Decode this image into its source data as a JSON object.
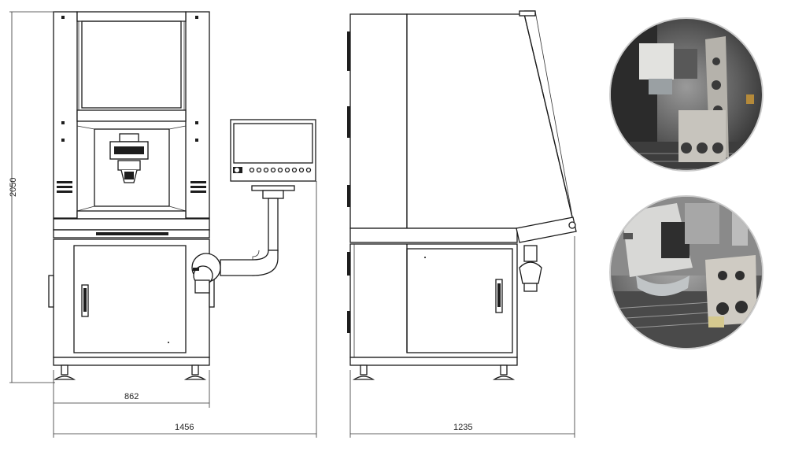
{
  "dimensions": {
    "height_label": "2050",
    "front_width_label": "862",
    "overall_width_label": "1456",
    "side_depth_label": "1235"
  },
  "photos": [
    {
      "name": "laser-head-photo-top"
    },
    {
      "name": "laser-head-photo-bottom"
    }
  ]
}
